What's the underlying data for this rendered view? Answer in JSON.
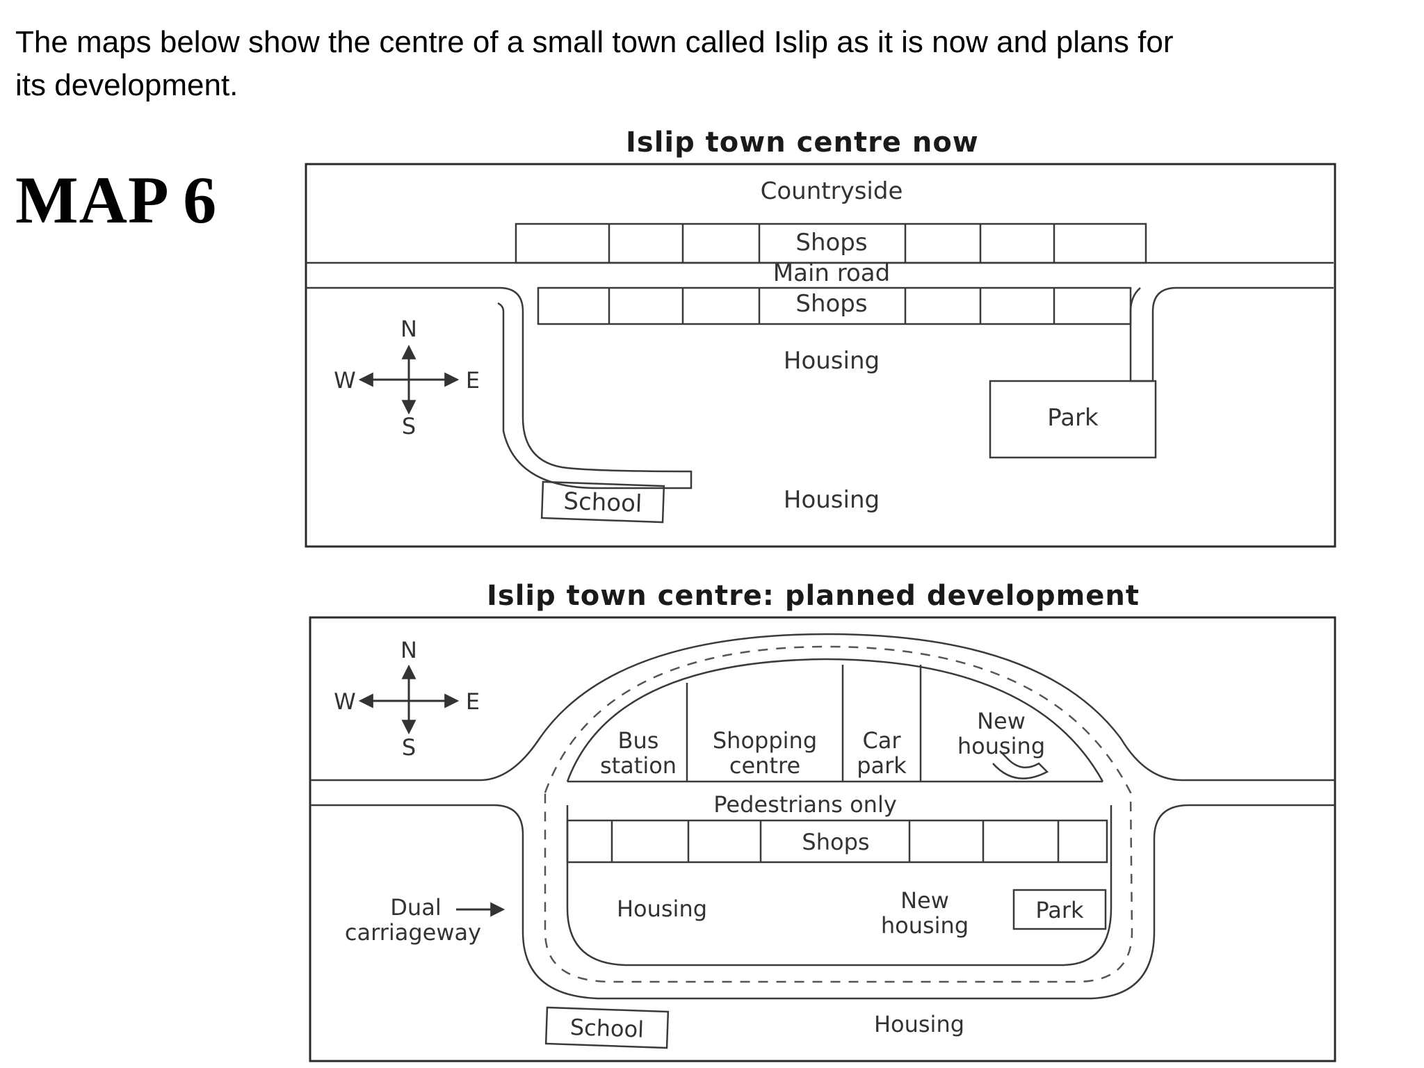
{
  "intro": {
    "line1": "The maps below show the centre of a small town called Islip as it is now and plans for",
    "line2": "its development."
  },
  "map_label": "MAP 6",
  "map_now": {
    "title": "Islip town centre now",
    "countryside": "Countryside",
    "shops_north": "Shops",
    "main_road": "Main road",
    "shops_south": "Shops",
    "housing_centre": "Housing",
    "park": "Park",
    "school": "School",
    "housing_south": "Housing",
    "compass": {
      "n": "N",
      "s": "S",
      "e": "E",
      "w": "W"
    }
  },
  "map_plan": {
    "title": "Islip town centre: planned development",
    "bus_station_line1": "Bus",
    "bus_station_line2": "station",
    "shopping_centre_line1": "Shopping",
    "shopping_centre_line2": "centre",
    "car_park_line1": "Car",
    "car_park_line2": "park",
    "new_housing_north_line1": "New",
    "new_housing_north_line2": "housing",
    "pedestrians_only": "Pedestrians only",
    "shops": "Shops",
    "housing_inner": "Housing",
    "new_housing_south_line1": "New",
    "new_housing_south_line2": "housing",
    "park": "Park",
    "dual_carriageway_line1": "Dual",
    "dual_carriageway_line2": "carriageway",
    "school": "School",
    "housing_south": "Housing",
    "compass": {
      "n": "N",
      "s": "S",
      "e": "E",
      "w": "W"
    }
  }
}
